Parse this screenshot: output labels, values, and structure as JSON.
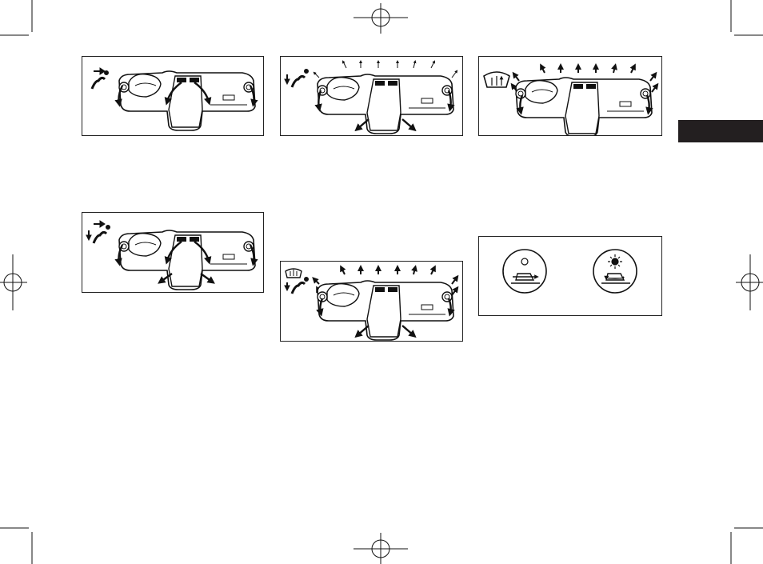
{
  "page": {
    "section_tab_color": "#231f20",
    "line_color": "#111111"
  },
  "figures": [
    {
      "id": "vent-mode-face",
      "mode_icon": "face-vent-icon",
      "airflow": [
        "dash-left-corner",
        "center-vents",
        "dash-right-corner"
      ]
    },
    {
      "id": "vent-mode-face-foot",
      "mode_icon": "face-foot-vent-icon",
      "airflow": [
        "dash-left-corner",
        "center-vents",
        "dash-right-corner",
        "footwell"
      ]
    },
    {
      "id": "vent-mode-foot",
      "mode_icon": "foot-vent-icon",
      "airflow": [
        "windshield",
        "side-vents",
        "footwell"
      ]
    },
    {
      "id": "vent-mode-foot-defrost",
      "mode_icon": "foot-defrost-icon",
      "airflow": [
        "windshield",
        "side-vents",
        "footwell"
      ]
    },
    {
      "id": "vent-mode-defrost",
      "mode_icon": "defrost-icon",
      "airflow": [
        "windshield",
        "side-vents"
      ]
    },
    {
      "id": "recirculation-buttons",
      "buttons": [
        {
          "icon": "fresh-air-icon",
          "indicator": "off"
        },
        {
          "icon": "recirculation-icon",
          "indicator": "on"
        }
      ]
    }
  ]
}
